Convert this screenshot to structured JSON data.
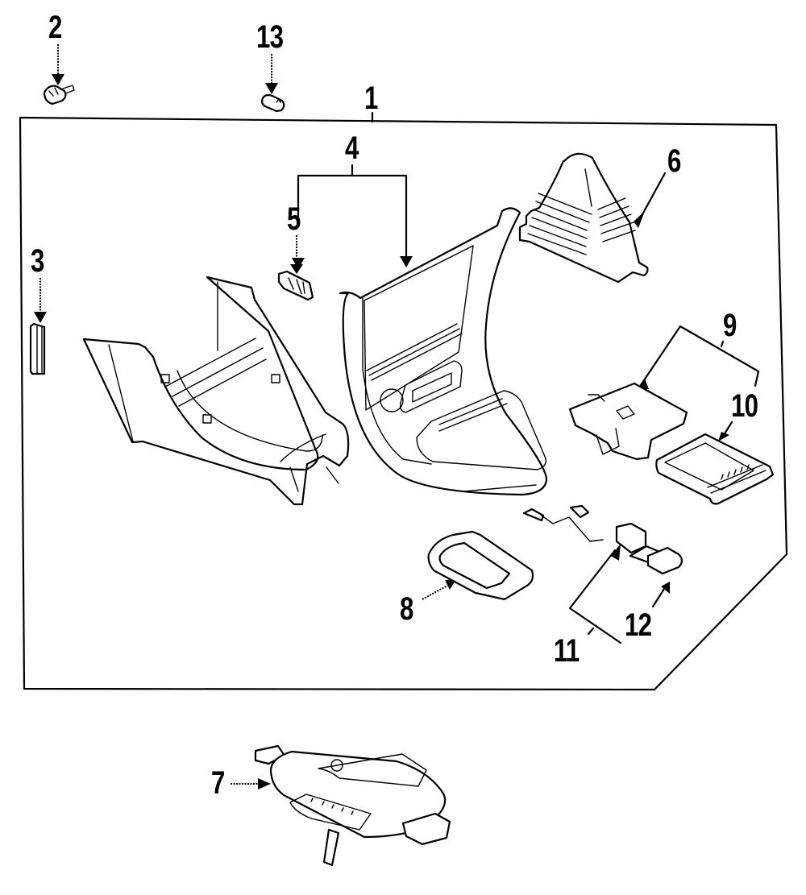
{
  "diagram": {
    "title": "Console assembly parts diagram",
    "colors": {
      "line": "#000000",
      "background": "#ffffff"
    },
    "callouts": [
      {
        "id": "1",
        "label": "1",
        "part": "console-assembly-group"
      },
      {
        "id": "2",
        "label": "2",
        "part": "clip"
      },
      {
        "id": "3",
        "label": "3",
        "part": "trim-strip"
      },
      {
        "id": "4",
        "label": "4",
        "part": "front-panel-bezel"
      },
      {
        "id": "5",
        "label": "5",
        "part": "switch"
      },
      {
        "id": "6",
        "label": "6",
        "part": "shift-boot"
      },
      {
        "id": "7",
        "label": "7",
        "part": "shift-indicator-plate"
      },
      {
        "id": "8",
        "label": "8",
        "part": "shift-bezel-trim"
      },
      {
        "id": "9",
        "label": "9",
        "part": "ashtray-assembly"
      },
      {
        "id": "10",
        "label": "10",
        "part": "ashtray-insert"
      },
      {
        "id": "11",
        "label": "11",
        "part": "lighter-socket-assembly"
      },
      {
        "id": "12",
        "label": "12",
        "part": "lighter-element"
      },
      {
        "id": "13",
        "label": "13",
        "part": "bulb"
      }
    ]
  }
}
